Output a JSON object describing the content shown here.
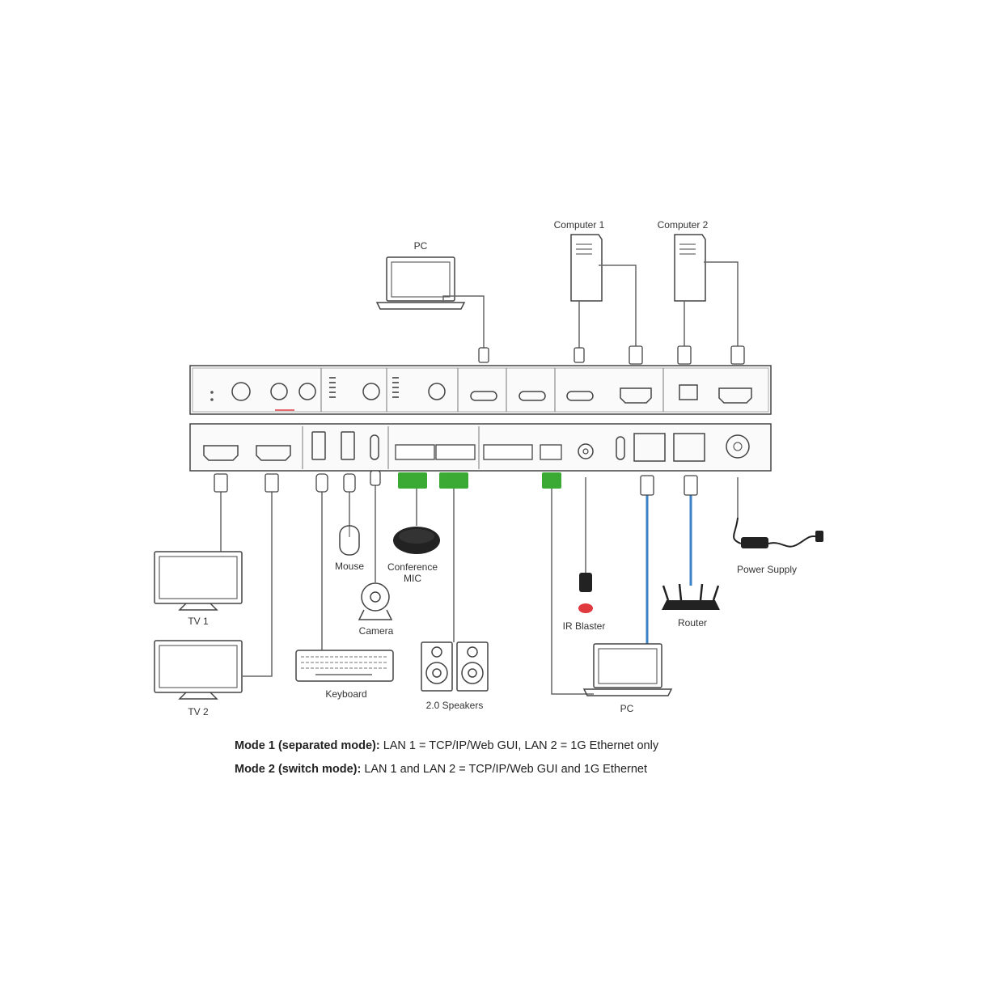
{
  "labels": {
    "pc_top": "PC",
    "computer1": "Computer 1",
    "computer2": "Computer 2",
    "tv1": "TV 1",
    "tv2": "TV 2",
    "mouse": "Mouse",
    "camera": "Camera",
    "keyboard": "Keyboard",
    "conference_mic_line1": "Conference",
    "conference_mic_line2": "MIC",
    "speakers": "2.0 Speakers",
    "ir_blaster": "IR Blaster",
    "pc_bottom": "PC",
    "router": "Router",
    "power_supply": "Power Supply"
  },
  "modes": {
    "mode1_title": "Mode 1 (separated mode):",
    "mode1_desc": " LAN 1 = TCP/IP/Web GUI, LAN 2 = 1G Ethernet only",
    "mode2_title": "Mode 2 (switch mode):",
    "mode2_desc": " LAN 1 and LAN 2 = TCP/IP/Web GUI and 1G Ethernet"
  },
  "colors": {
    "line": "#555555",
    "device": "#444444",
    "terminal": "#3aaa35",
    "lan_cable": "#3b82c4",
    "ir_dot": "#e0393e"
  }
}
